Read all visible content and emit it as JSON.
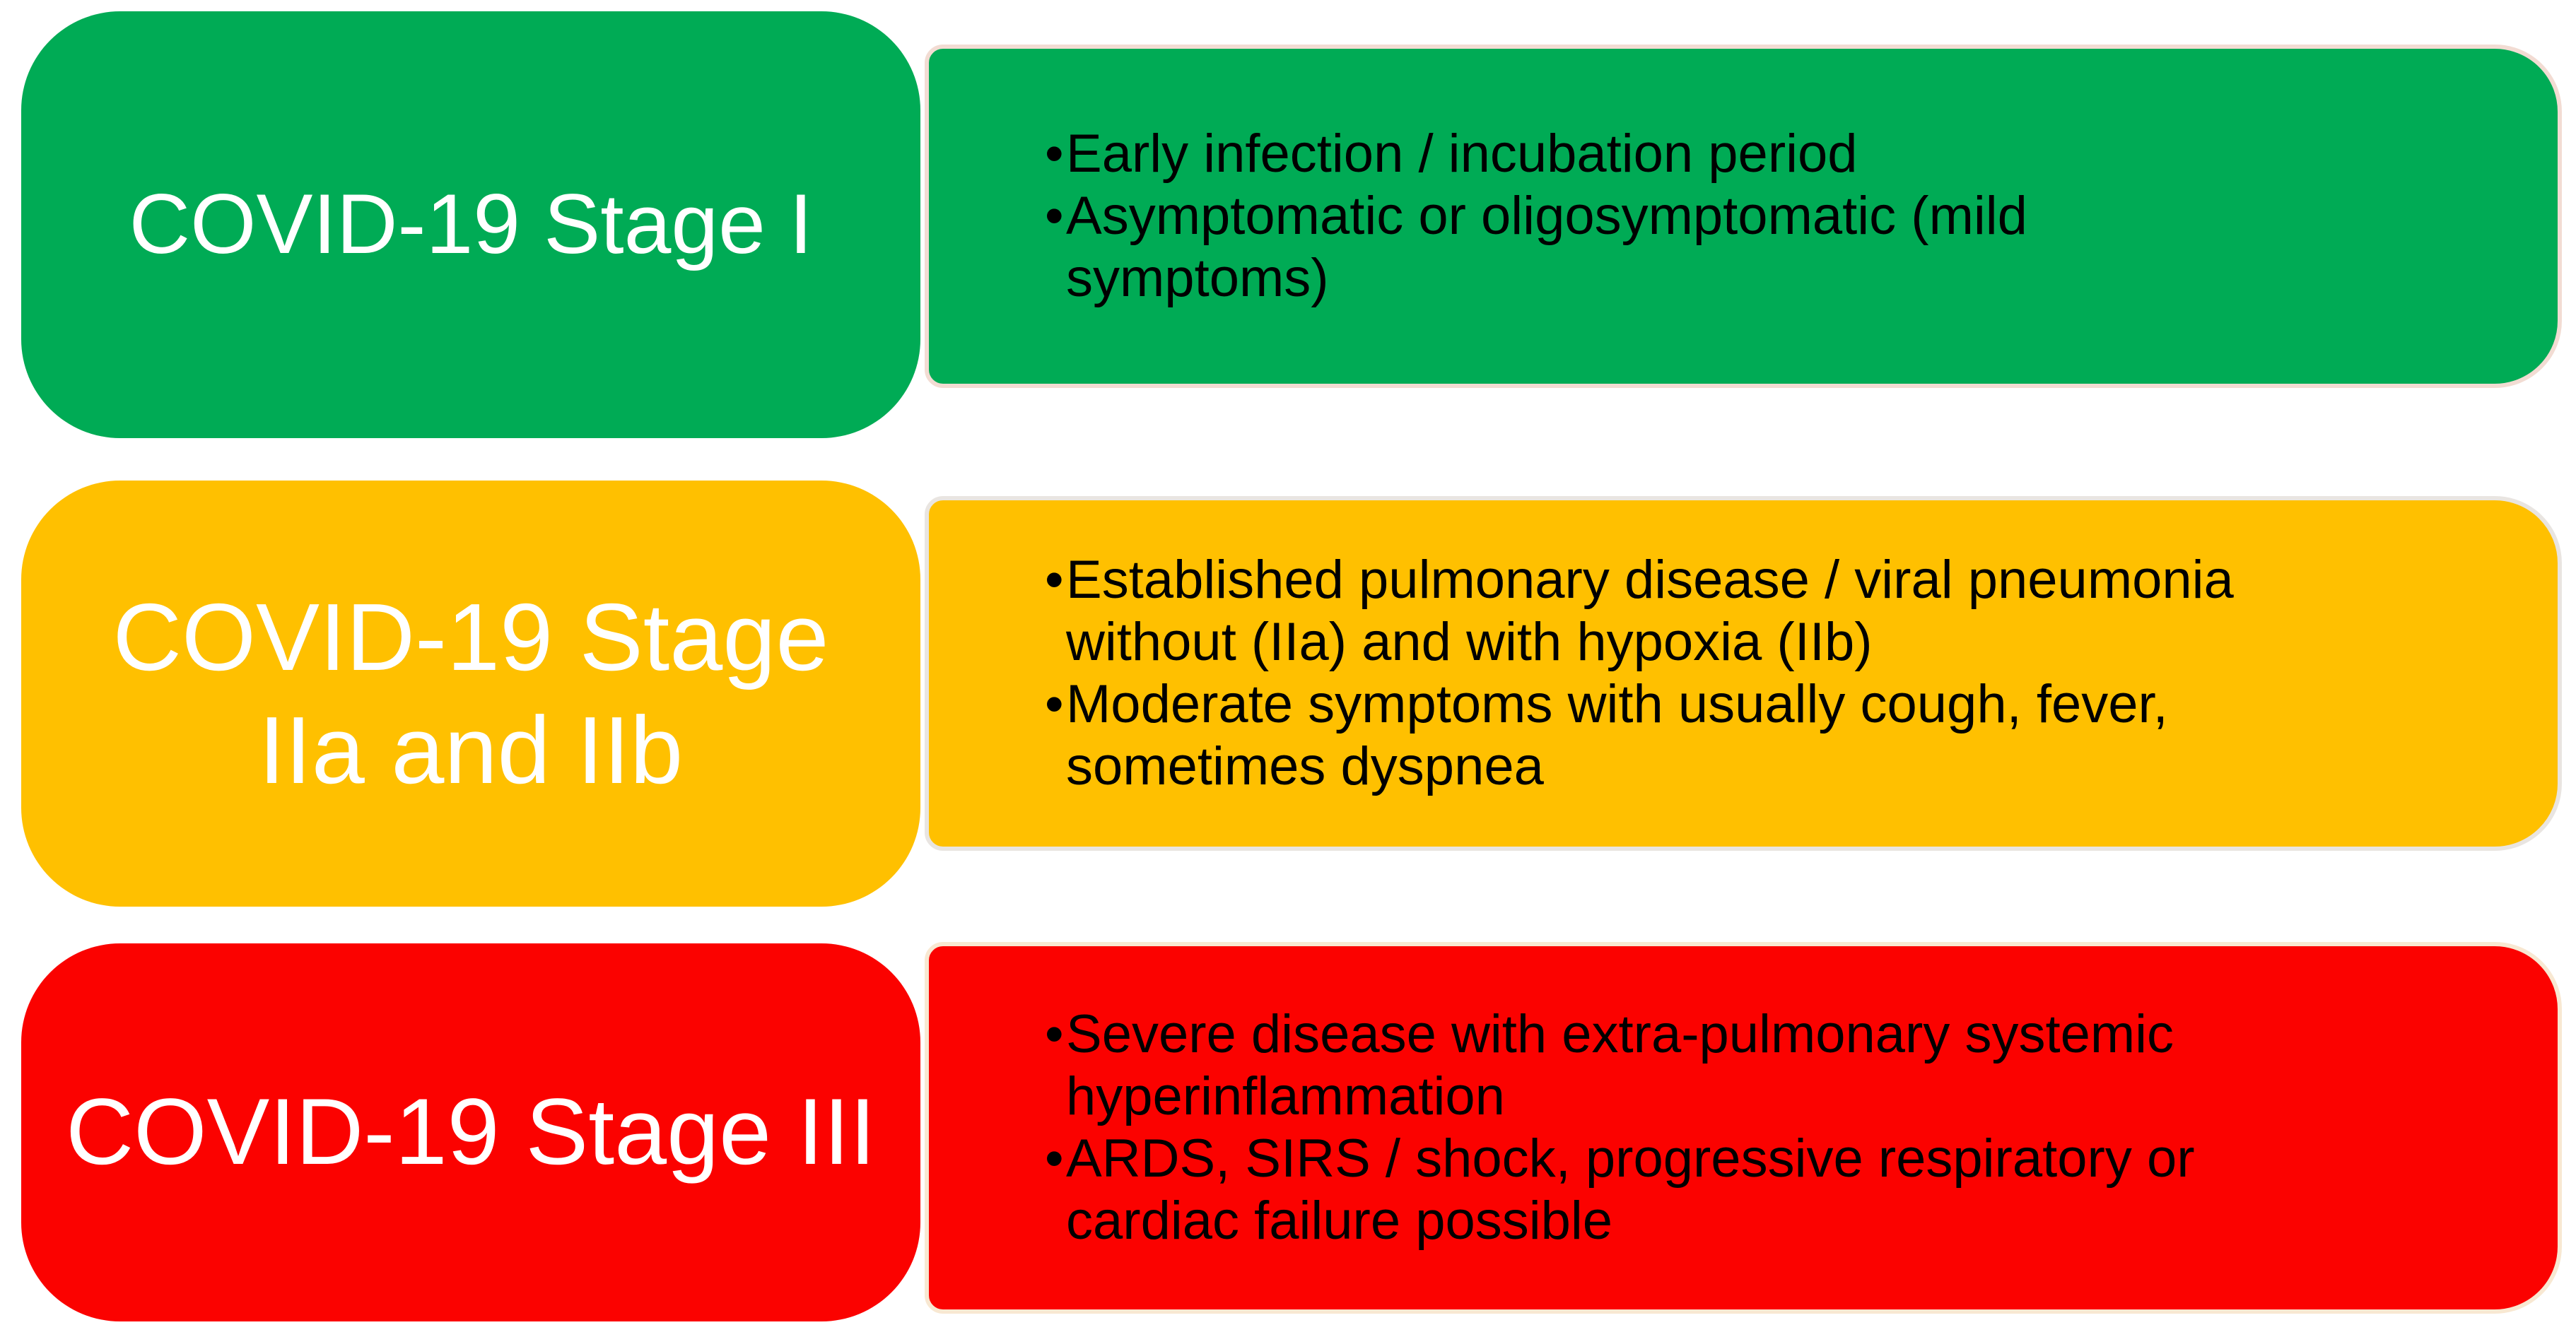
{
  "page": {
    "background_color": "#ffffff",
    "title_text_color": "#ffffff",
    "body_text_color": "#000000"
  },
  "bullet_glyph": "•",
  "stages": [
    {
      "id": "stage-1",
      "label": "COVID-19 Stage I",
      "fill_color": "#00ab55",
      "border_color": "#f2dcd3",
      "bullets": [
        "Early infection / incubation period",
        "Asymptomatic or oligosymptomatic (mild\nsymptoms)"
      ]
    },
    {
      "id": "stage-2a-2b",
      "label": "COVID-19 Stage\nIIa and IIb",
      "fill_color": "#ffc000",
      "border_color": "#e9e5e1",
      "bullets": [
        "Established pulmonary disease / viral pneumonia\nwithout (IIa) and with hypoxia (IIb)",
        "Moderate symptoms with usually cough, fever,\nsometimes dyspnea"
      ]
    },
    {
      "id": "stage-3",
      "label": "COVID-19 Stage III",
      "fill_color": "#fb0200",
      "border_color": "#f8e8d2",
      "bullets": [
        "Severe disease with extra-pulmonary systemic\nhyperinflammation",
        "ARDS, SIRS / shock, progressive respiratory or\ncardiac failure possible"
      ]
    }
  ]
}
